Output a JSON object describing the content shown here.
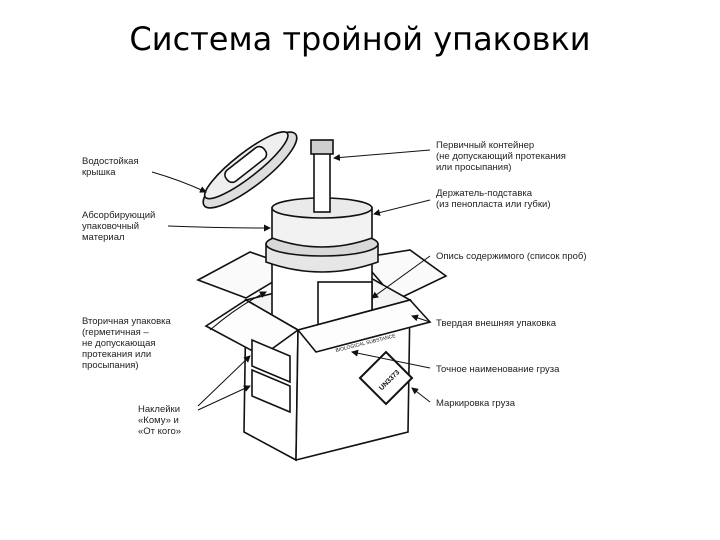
{
  "title": "Система тройной упаковки",
  "labels": {
    "lid": "Водостойкая\nкрышка",
    "absorbent": "Абсорбирующий\nупаковочный\nматериал",
    "secondary": "Вторичная упаковка\n(герметичная –\nне допускающая\nпротекания или\nпросыпания)",
    "stickers": "Наклейки\n«Кому» и\n«От кого»",
    "primary": "Первичный контейнер\n(не допускающий протекания\nили просыпания)",
    "holder": "Держатель-подставка\n(из пенопласта или губки)",
    "contents_list": "Опись содержимого (список проб)",
    "outer": "Твердая внешняя упаковка",
    "cargo_name": "Точное наименование груза",
    "marking": "Маркировка груза"
  },
  "box_texts": {
    "diamond": "UN3373",
    "side_label": "BIOLOGICAL SUBSTANCE"
  }
}
